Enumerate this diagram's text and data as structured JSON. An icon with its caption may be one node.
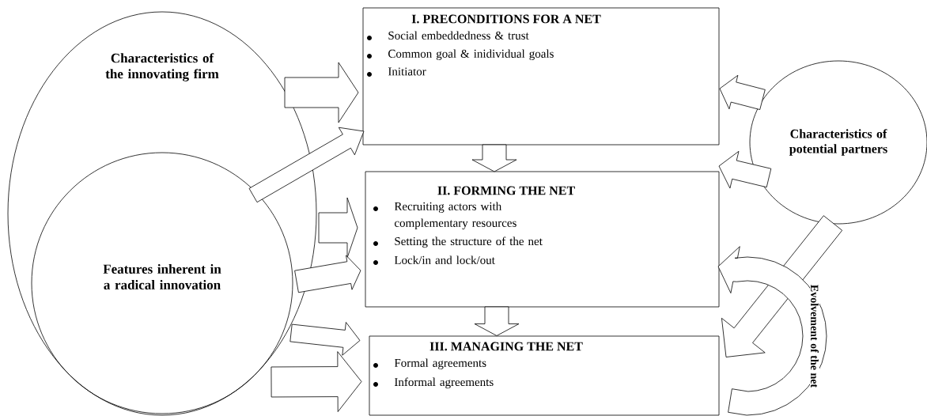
{
  "diagram": {
    "nodes": [
      {
        "text": [
          "Characteristics of the innovating firm"
        ]
      },
      {
        "text": [
          "Features inherent in a radical innovation"
        ],
        "in": 0
      },
      {
        "text": [
          "I. PRECONDITIONS FOR A NET",
          "Social embeddedness & trust",
          "Common goal & inidividual goals",
          "Initiator"
        ]
      },
      {
        "text": [
          "II. FORMING THE NET",
          "Recruiting actors with complementary resources",
          "Setting the structure of the net",
          "Lock/in and lock/out"
        ]
      },
      {
        "text": [
          "III. MANAGING THE NET",
          "Formal agreements",
          "Informal agreements"
        ]
      },
      {
        "text": [
          "Characteristics of potential partners"
        ]
      }
    ],
    "edges": [
      {
        "from": 0,
        "to": 2,
        "arrow": "to"
      },
      {
        "from": 1,
        "to": 2,
        "arrow": "to"
      },
      {
        "from": 0,
        "to": 3,
        "arrow": "to"
      },
      {
        "from": 1,
        "to": 3,
        "arrow": "to"
      },
      {
        "from": 1,
        "to": 4,
        "arrow": "to"
      },
      {
        "from": 0,
        "to": 4,
        "arrow": "to"
      },
      {
        "from": 2,
        "to": 3,
        "arrow": "to"
      },
      {
        "from": 3,
        "to": 4,
        "arrow": "to"
      },
      {
        "from": 5,
        "to": 2,
        "arrow": "to"
      },
      {
        "from": 5,
        "to": 3,
        "arrow": "to"
      },
      {
        "from": 5,
        "to": 4,
        "arrow": "to"
      },
      {
        "from": 4,
        "to": 3,
        "arrow": "to",
        "label": "Evolvement of the net"
      }
    ]
  }
}
